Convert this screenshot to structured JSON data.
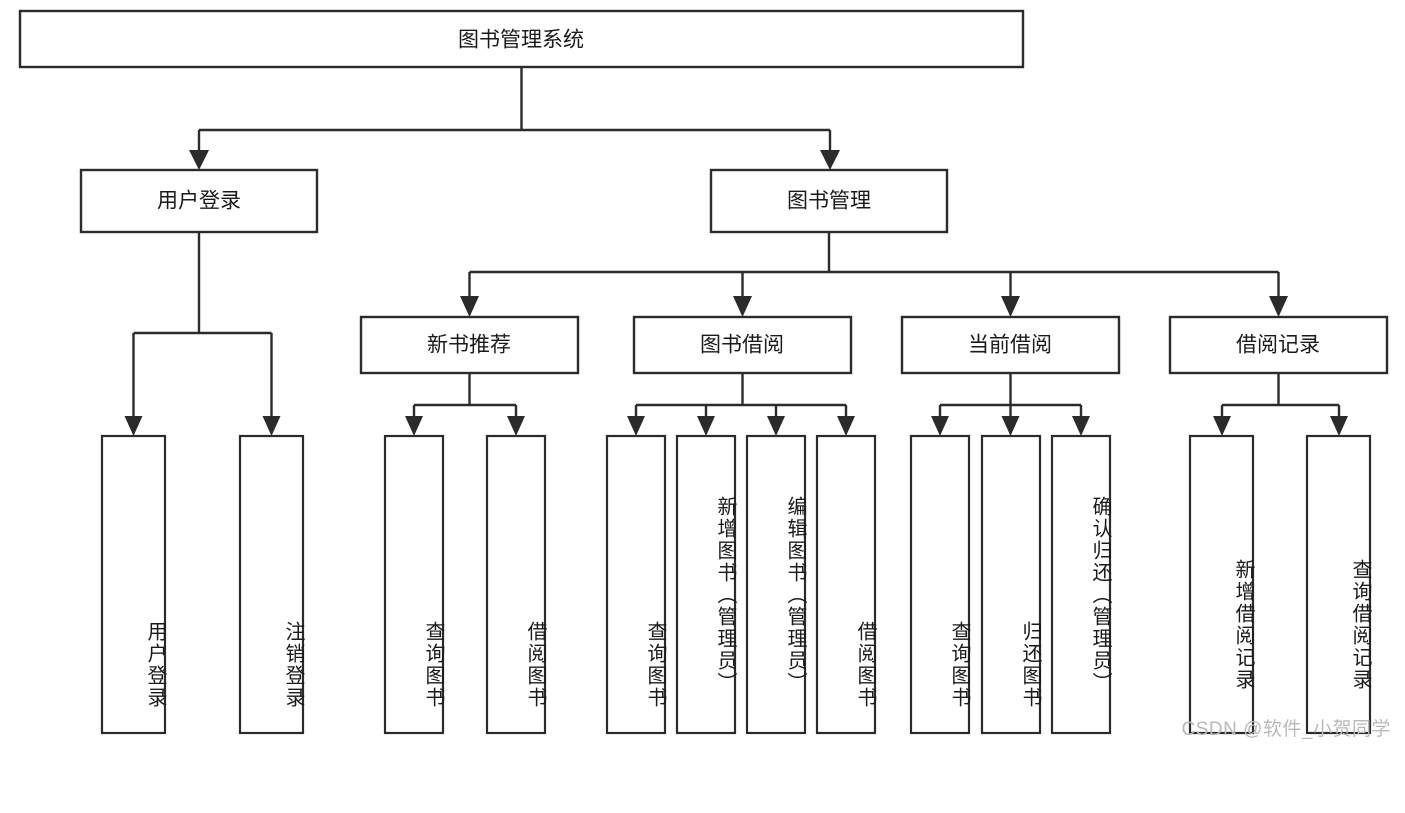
{
  "diagram": {
    "type": "tree-hierarchy-chart",
    "title_node": {
      "label": "图书管理系统"
    },
    "level2": [
      {
        "id": "user-login",
        "label": "用户登录"
      },
      {
        "id": "book-management",
        "label": "图书管理"
      }
    ],
    "level3": [
      {
        "id": "new-book-recommend",
        "label": "新书推荐",
        "parent": "book-management"
      },
      {
        "id": "book-borrow",
        "label": "图书借阅",
        "parent": "book-management"
      },
      {
        "id": "current-borrow",
        "label": "当前借阅",
        "parent": "book-management"
      },
      {
        "id": "borrow-record",
        "label": "借阅记录",
        "parent": "book-management"
      }
    ],
    "leaves": [
      {
        "id": "leaf-user-login",
        "label": "用户登录",
        "parent": "user-login"
      },
      {
        "id": "leaf-logout-login",
        "label": "注销登录",
        "parent": "user-login"
      },
      {
        "id": "leaf-query-book-1",
        "label": "查询图书",
        "parent": "new-book-recommend"
      },
      {
        "id": "leaf-borrow-book-1",
        "label": "借阅图书",
        "parent": "new-book-recommend"
      },
      {
        "id": "leaf-query-book-2",
        "label": "查询图书",
        "parent": "book-borrow"
      },
      {
        "id": "leaf-add-book",
        "label": "新增图书（管理员）",
        "parent": "book-borrow"
      },
      {
        "id": "leaf-edit-book",
        "label": "编辑图书（管理员）",
        "parent": "book-borrow"
      },
      {
        "id": "leaf-borrow-book-2",
        "label": "借阅图书",
        "parent": "book-borrow"
      },
      {
        "id": "leaf-query-book-3",
        "label": "查询图书",
        "parent": "current-borrow"
      },
      {
        "id": "leaf-return-book",
        "label": "归还图书",
        "parent": "current-borrow"
      },
      {
        "id": "leaf-confirm-return",
        "label": "确认归还（管理员）",
        "parent": "current-borrow"
      },
      {
        "id": "leaf-add-record",
        "label": "新增借阅记录",
        "parent": "borrow-record"
      },
      {
        "id": "leaf-query-record",
        "label": "查询借阅记录",
        "parent": "borrow-record"
      }
    ]
  },
  "watermark": {
    "text": "CSDN @软件_小贺同学"
  },
  "colors": {
    "box_stroke": "#2b2b2b",
    "box_fill": "#ffffff",
    "text": "#1a1a1a",
    "watermark": "#b9b9b9",
    "background": "#ffffff"
  }
}
